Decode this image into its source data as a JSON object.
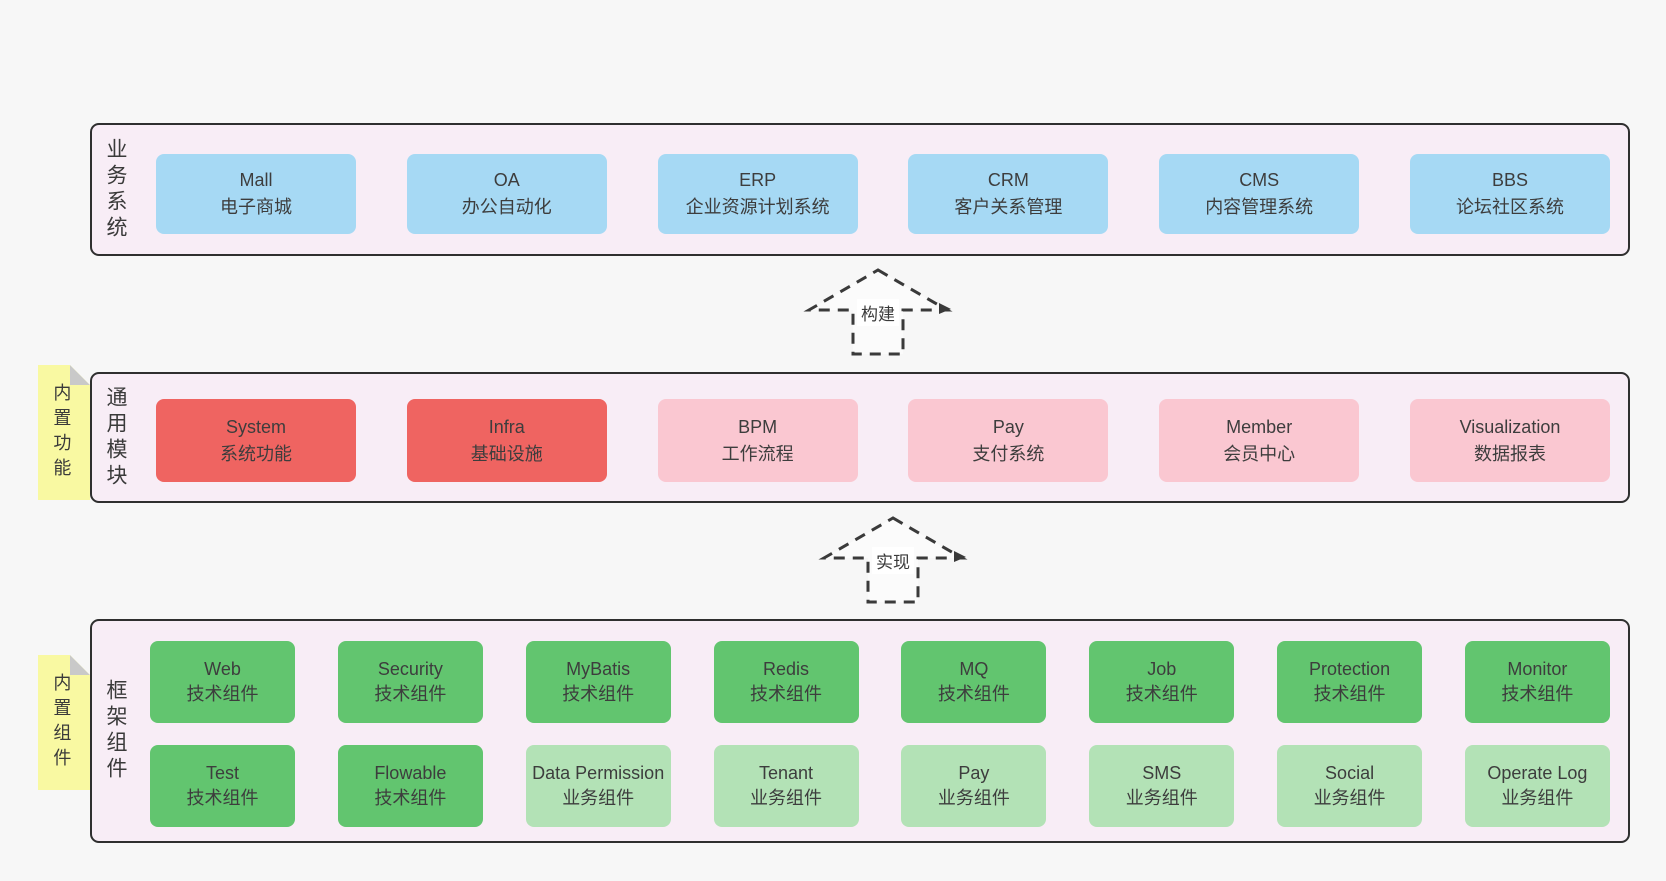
{
  "layers": {
    "business": {
      "side_label": "业务系统",
      "boxes": [
        {
          "title": "Mall",
          "subtitle": "电子商城"
        },
        {
          "title": "OA",
          "subtitle": "办公自动化"
        },
        {
          "title": "ERP",
          "subtitle": "企业资源计划系统"
        },
        {
          "title": "CRM",
          "subtitle": "客户关系管理"
        },
        {
          "title": "CMS",
          "subtitle": "内容管理系统"
        },
        {
          "title": "BBS",
          "subtitle": "论坛社区系统"
        }
      ]
    },
    "modules": {
      "side_label": "通用模块",
      "note": "内置功能",
      "boxes": [
        {
          "title": "System",
          "subtitle": "系统功能"
        },
        {
          "title": "Infra",
          "subtitle": "基础设施"
        },
        {
          "title": "BPM",
          "subtitle": "工作流程"
        },
        {
          "title": "Pay",
          "subtitle": "支付系统"
        },
        {
          "title": "Member",
          "subtitle": "会员中心"
        },
        {
          "title": "Visualization",
          "subtitle": "数据报表"
        }
      ]
    },
    "framework": {
      "side_label": "框架组件",
      "note": "内置组件",
      "row1": [
        {
          "title": "Web",
          "subtitle": "技术组件"
        },
        {
          "title": "Security",
          "subtitle": "技术组件"
        },
        {
          "title": "MyBatis",
          "subtitle": "技术组件"
        },
        {
          "title": "Redis",
          "subtitle": "技术组件"
        },
        {
          "title": "MQ",
          "subtitle": "技术组件"
        },
        {
          "title": "Job",
          "subtitle": "技术组件"
        },
        {
          "title": "Protection",
          "subtitle": "技术组件"
        },
        {
          "title": "Monitor",
          "subtitle": "技术组件"
        }
      ],
      "row2": [
        {
          "title": "Test",
          "subtitle": "技术组件"
        },
        {
          "title": "Flowable",
          "subtitle": "技术组件"
        },
        {
          "title": "Data Permission",
          "subtitle": "业务组件"
        },
        {
          "title": "Tenant",
          "subtitle": "业务组件"
        },
        {
          "title": "Pay",
          "subtitle": "业务组件"
        },
        {
          "title": "SMS",
          "subtitle": "业务组件"
        },
        {
          "title": "Social",
          "subtitle": "业务组件"
        },
        {
          "title": "Operate Log",
          "subtitle": "业务组件"
        }
      ]
    }
  },
  "arrows": {
    "build": "构建",
    "implement": "实现"
  },
  "colors": {
    "page_bg": "#f7f7f7",
    "panel_bg": "#f8edf6",
    "panel_border": "#2f2f2f",
    "business_box": "#a6d9f4",
    "module_core_box": "#ef6461",
    "module_box": "#fac7d1",
    "tech_box": "#62c56f",
    "biz_box": "#b3e2b6",
    "note_bg": "#f9f9a2",
    "note_fold": "#c9c9c9",
    "arrow_stroke": "#3a3a3a",
    "text": "#3b3b3b"
  }
}
